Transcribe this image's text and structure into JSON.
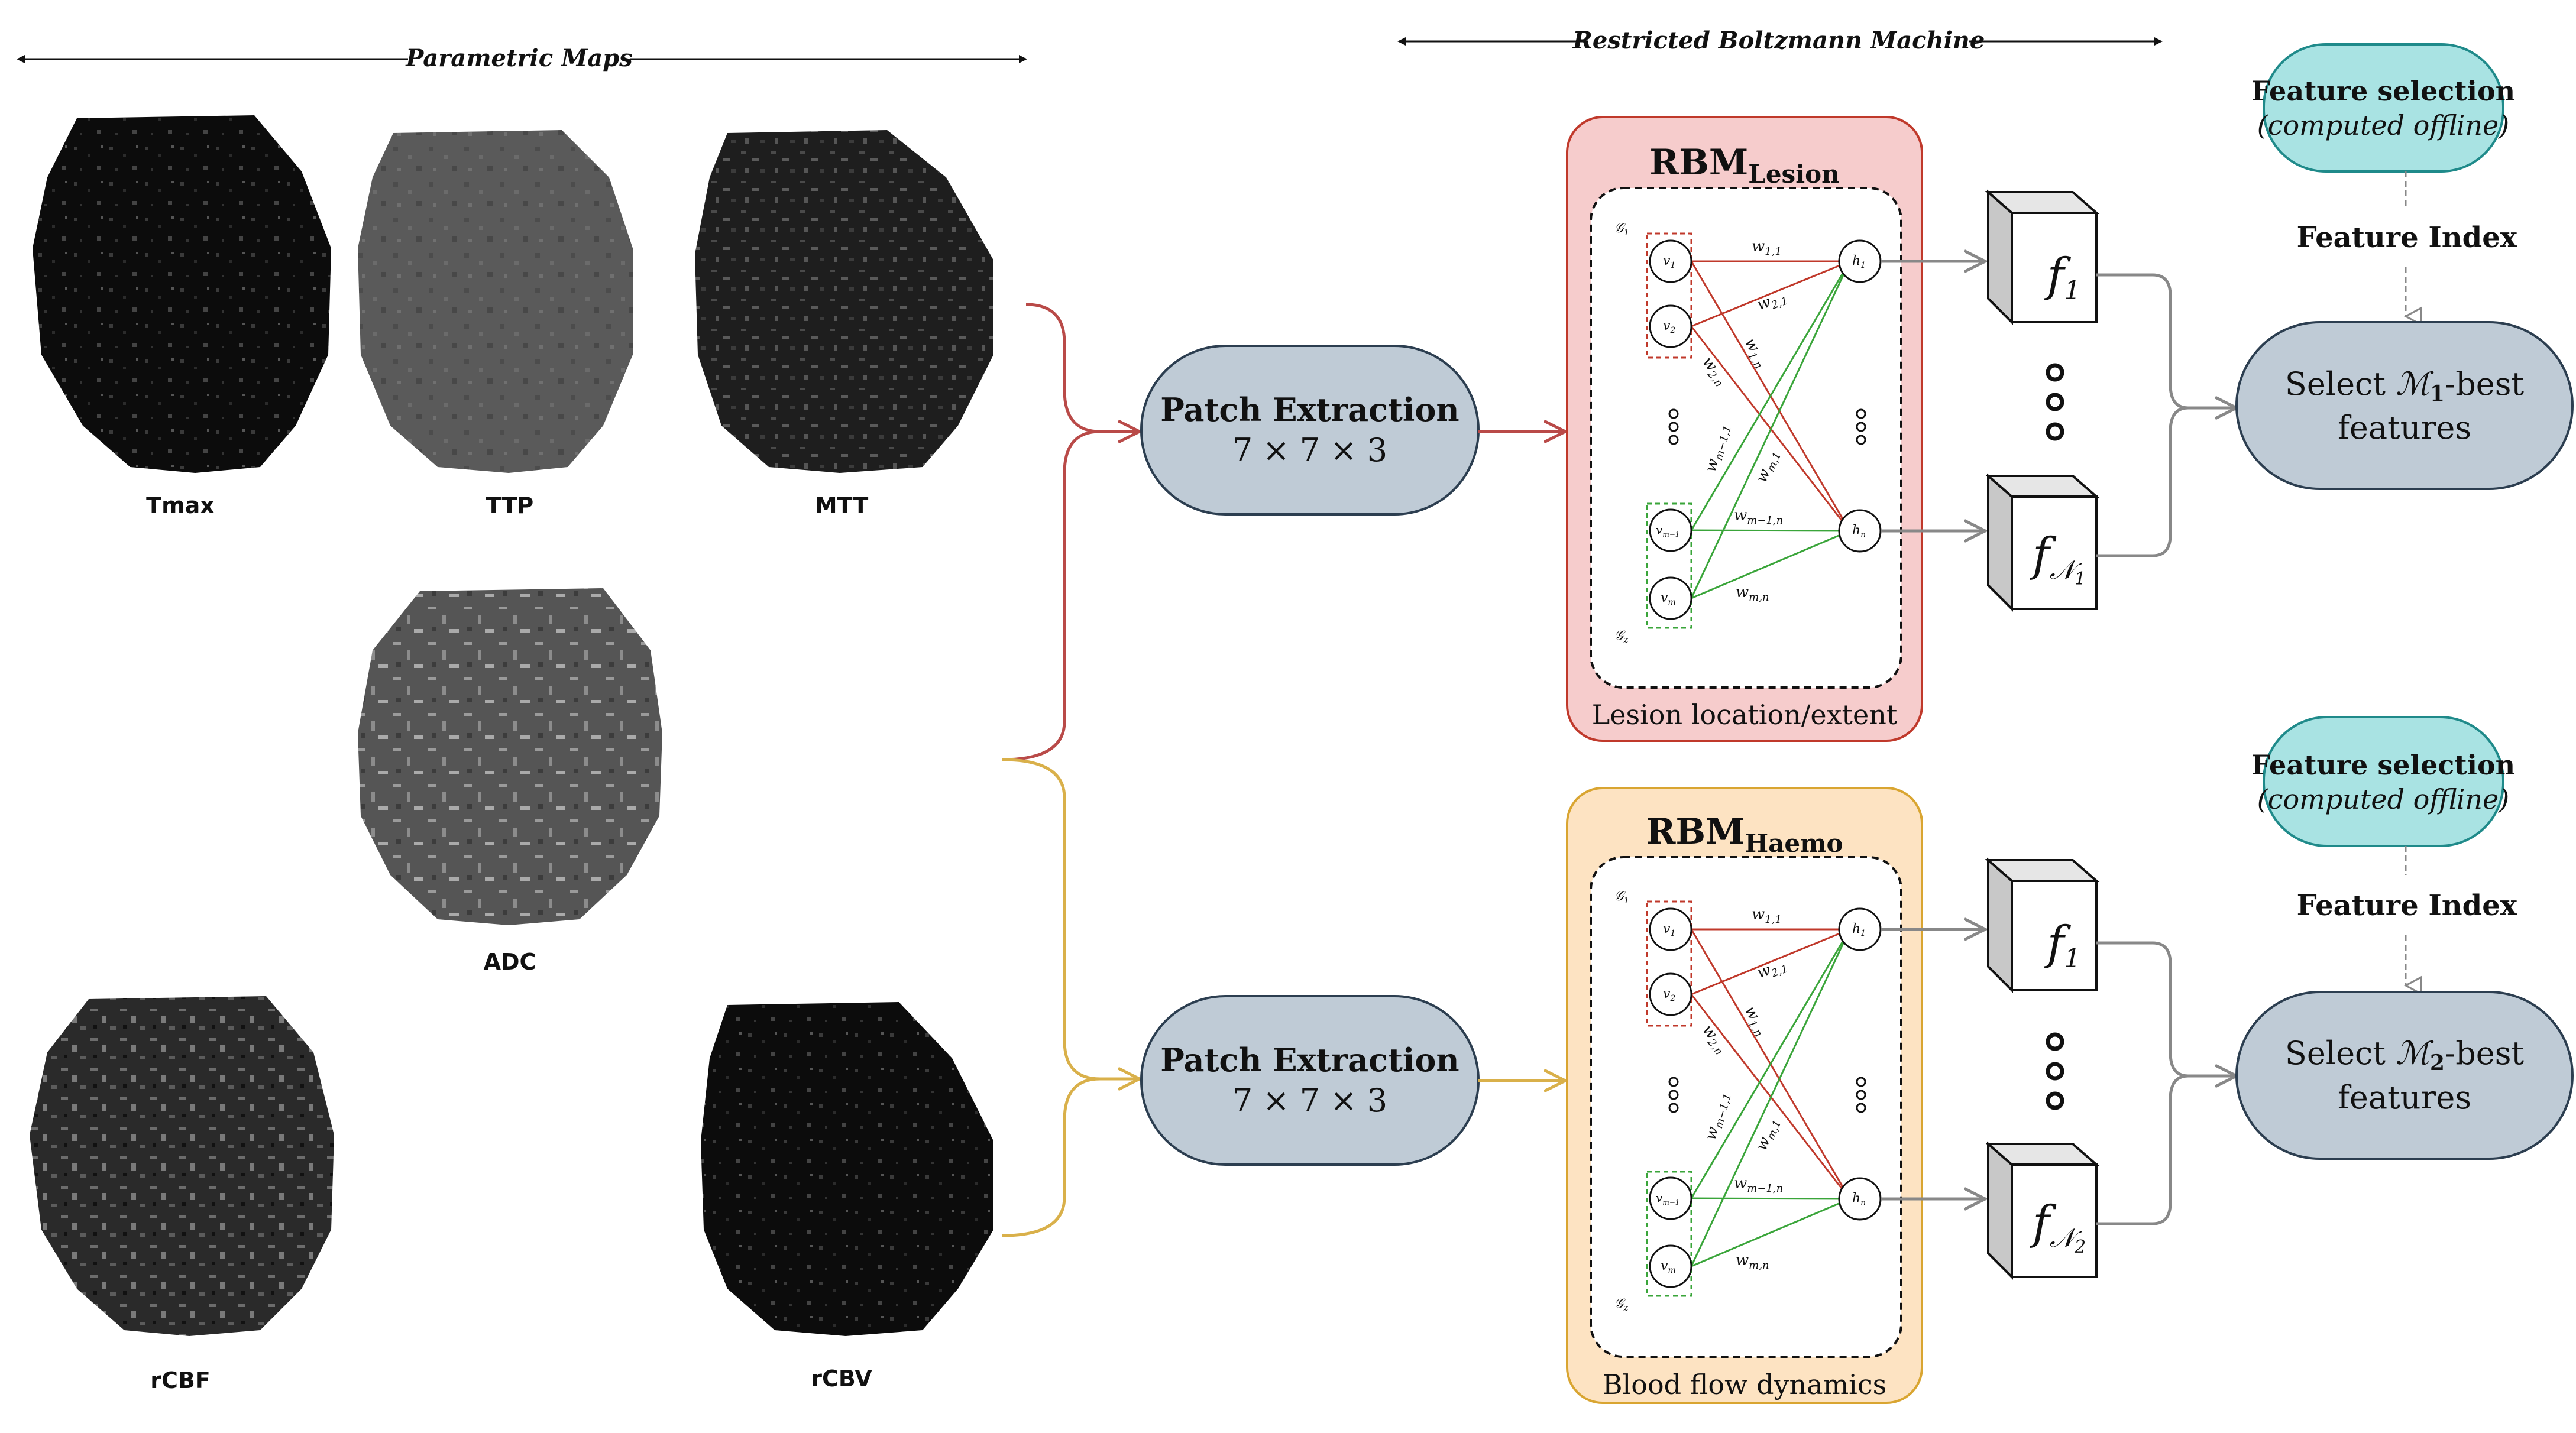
{
  "headers": {
    "parametric": "Parametric Maps",
    "rbm": "Restricted Boltzmann Machine"
  },
  "maps": {
    "tmax": "Tmax",
    "ttp": "TTP",
    "mtt": "MTT",
    "adc": "ADC",
    "rcbf": "rCBF",
    "rcbv": "rCBV"
  },
  "patch": {
    "label": "Patch Extraction",
    "size": "7 × 7 × 3"
  },
  "rbm_lesion": {
    "title_main": "RBM",
    "title_sub": "Lesion",
    "caption": "Lesion location/extent"
  },
  "rbm_haemo": {
    "title_main": "RBM",
    "title_sub": "Haemo",
    "caption": "Blood flow dynamics"
  },
  "network": {
    "group1": "𝒢",
    "group1_sub": "1",
    "group2": "𝒢",
    "group2_sub": "z",
    "v1": "v",
    "v1_sub": "1",
    "v2": "v",
    "v2_sub": "2",
    "vm1": "v",
    "vm1_sub": "m−1",
    "vm": "v",
    "vm_sub": "m",
    "h1": "h",
    "h1_sub": "1",
    "hn": "h",
    "hn_sub": "n",
    "w11": "w",
    "w11_sub": "1,1",
    "w21": "w",
    "w21_sub": "2,1",
    "w1n": "w",
    "w1n_sub": "1,n",
    "w2n": "w",
    "w2n_sub": "2,n",
    "wm11": "w",
    "wm11_sub": "m−1,1",
    "wm1": "w",
    "wm1_sub": "m,1",
    "wm1n": "w",
    "wm1n_sub": "m−1,n",
    "wmn": "w",
    "wmn_sub": "m,n"
  },
  "features": {
    "top_f1": "f",
    "top_f1_sub": "1",
    "top_fn": "f",
    "top_fn_sub": "𝒩",
    "top_fn_subsub": "1",
    "bot_f1": "f",
    "bot_f1_sub": "1",
    "bot_fn": "f",
    "bot_fn_sub": "𝒩",
    "bot_fn_subsub": "2"
  },
  "selection_top": {
    "fs_title": "Feature selection",
    "fs_note": "(computed offline)",
    "index": "Feature Index",
    "select_pre": "Select ",
    "select_sym": "ℳ",
    "select_sub": "1",
    "select_post": "-best",
    "select_line2": "features"
  },
  "selection_bottom": {
    "fs_title": "Feature selection",
    "fs_note": "(computed offline)",
    "index": "Feature Index",
    "select_pre": "Select ",
    "select_sym": "ℳ",
    "select_sub": "2",
    "select_post": "-best",
    "select_line2": "features"
  },
  "colors": {
    "red_path": "#b94a48",
    "yellow_path": "#d9b04a",
    "green_edge": "#3aa53a",
    "red_edge": "#c0392b",
    "lesion_fill": "#f6cccc",
    "haemo_fill": "#fde3c2",
    "pill_fill": "#bfcbd6",
    "teal_fill": "#a9e3e3"
  }
}
